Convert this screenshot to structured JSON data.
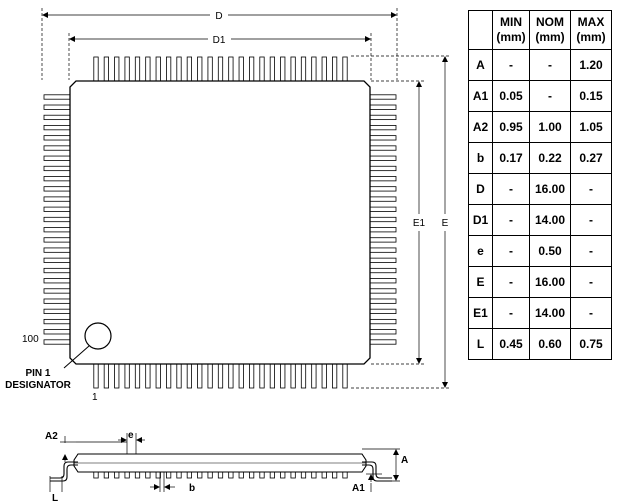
{
  "drawing": {
    "labels": {
      "D": "D",
      "D1": "D1",
      "E1": "E1",
      "E": "E",
      "pin100": "100",
      "pin1": "1",
      "pin1_designator_line1": "PIN 1",
      "pin1_designator_line2": "DESIGNATOR"
    },
    "side_labels": {
      "A2": "A2",
      "e": "e",
      "A": "A",
      "L": "L",
      "b": "b",
      "A1": "A1"
    },
    "pins_per_side": 25
  },
  "table": {
    "headers": [
      {
        "line1": "",
        "line2": ""
      },
      {
        "line1": "MIN",
        "line2": "(mm)"
      },
      {
        "line1": "NOM",
        "line2": "(mm)"
      },
      {
        "line1": "MAX",
        "line2": "(mm)"
      }
    ],
    "rows": [
      [
        "A",
        "-",
        "-",
        "1.20"
      ],
      [
        "A1",
        "0.05",
        "-",
        "0.15"
      ],
      [
        "A2",
        "0.95",
        "1.00",
        "1.05"
      ],
      [
        "b",
        "0.17",
        "0.22",
        "0.27"
      ],
      [
        "D",
        "-",
        "16.00",
        "-"
      ],
      [
        "D1",
        "-",
        "14.00",
        "-"
      ],
      [
        "e",
        "-",
        "0.50",
        "-"
      ],
      [
        "E",
        "-",
        "16.00",
        "-"
      ],
      [
        "E1",
        "-",
        "14.00",
        "-"
      ],
      [
        "L",
        "0.45",
        "0.60",
        "0.75"
      ]
    ]
  }
}
